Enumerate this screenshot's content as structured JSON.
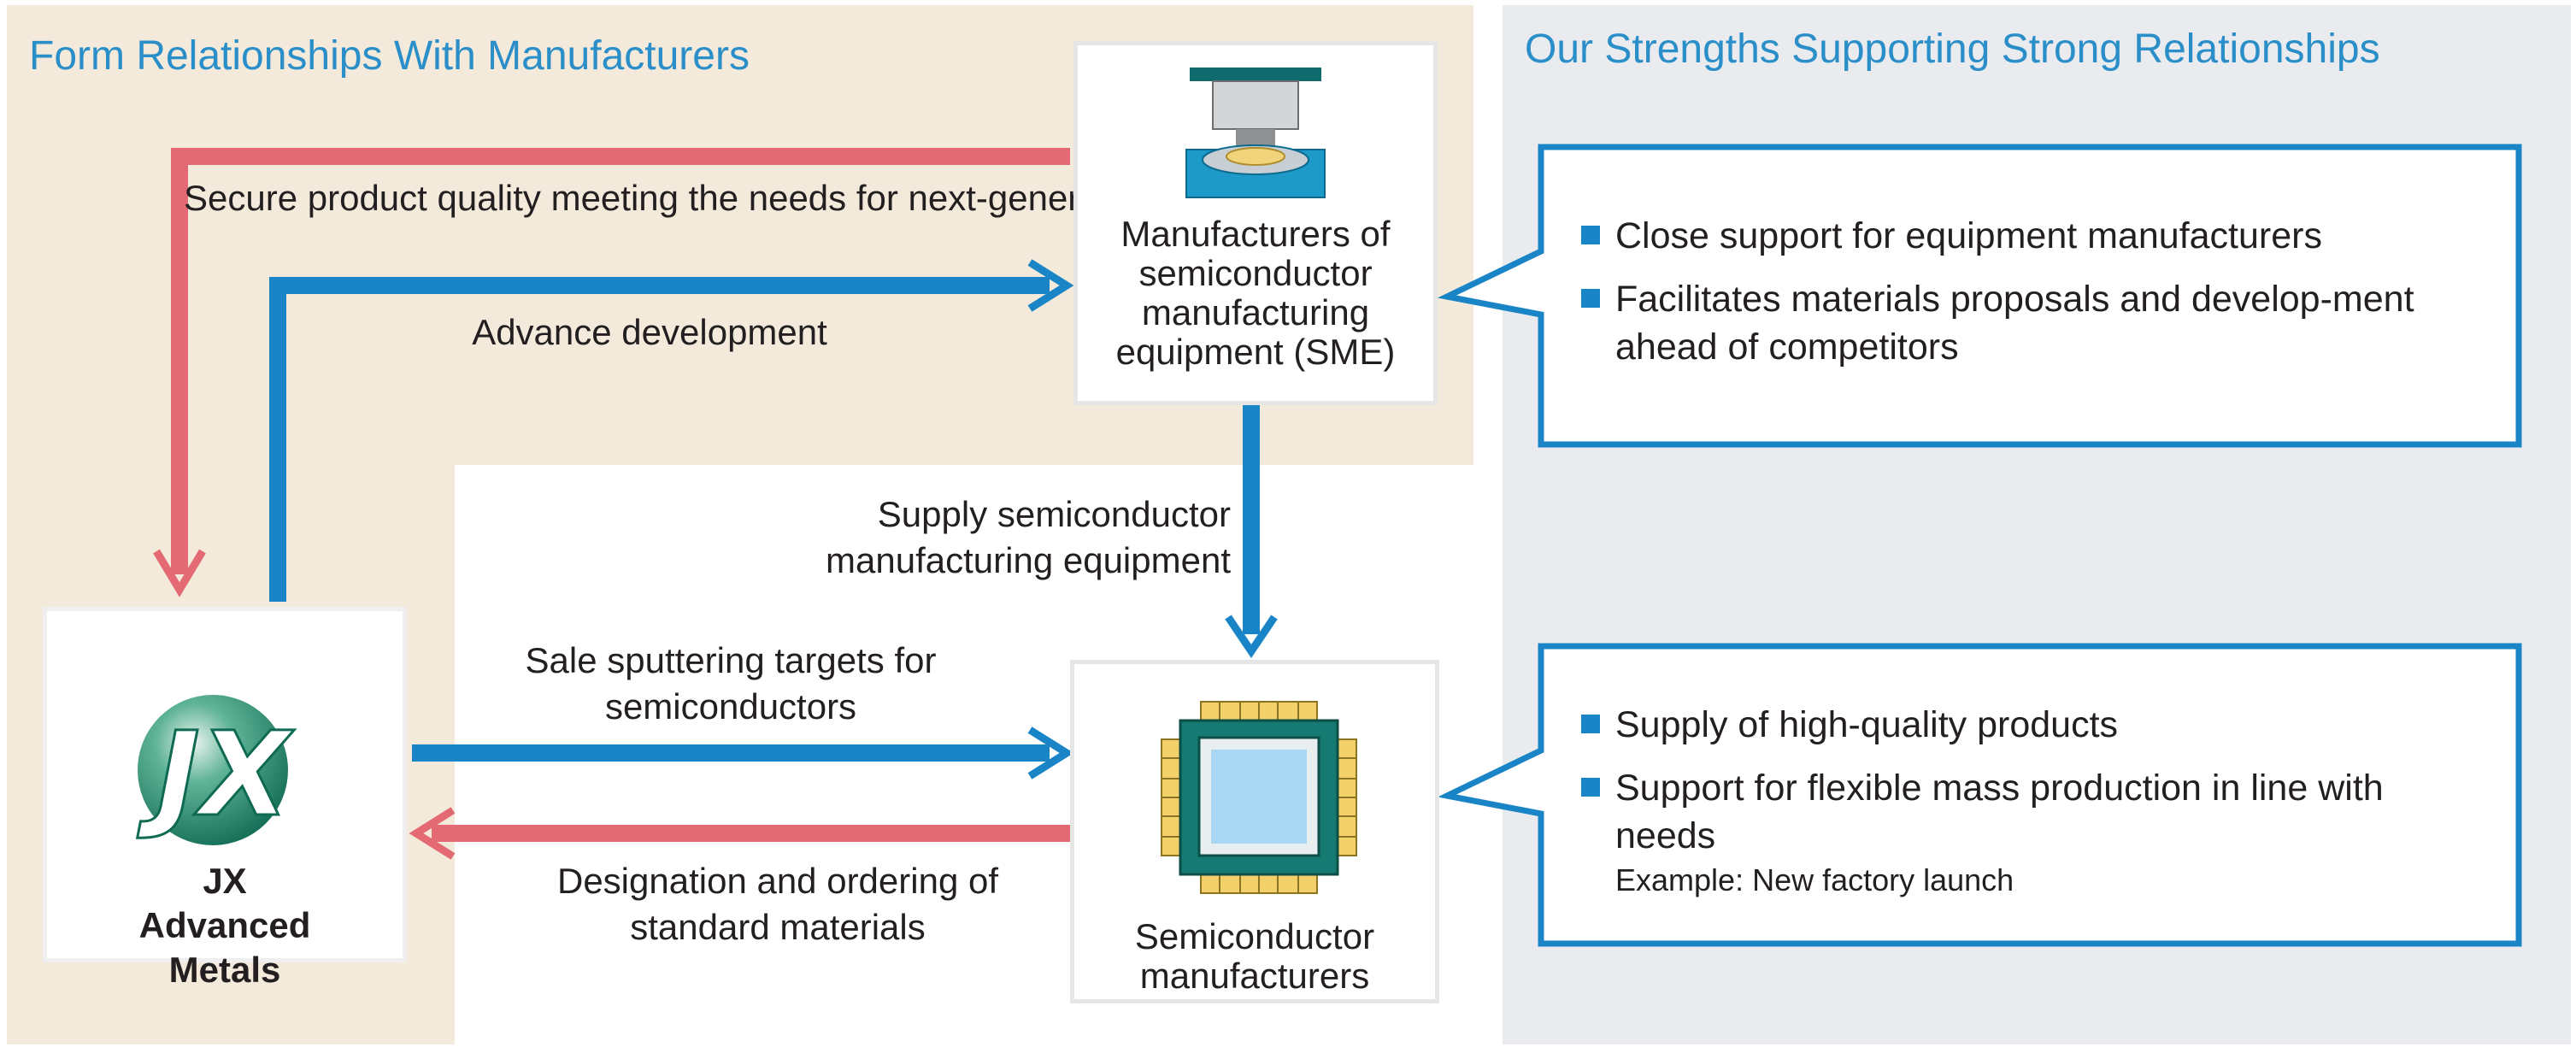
{
  "colors": {
    "blue": "#1a85c6",
    "red": "#e36a73",
    "heading": "#2a8ec8",
    "beige_panel": "#f3eadc",
    "grey_panel": "#e9ebef",
    "jx_green": "#0f7e62"
  },
  "left_panel": {
    "title": "Form Relationships With Manufacturers"
  },
  "right_panel": {
    "title": "Our Strengths Supporting Strong Relationships"
  },
  "nodes": {
    "sme": {
      "label": "Manufacturers of semiconductor manufacturing equipment (SME)",
      "icon": "sme-equipment-icon"
    },
    "semi": {
      "label": "Semiconductor manufacturers",
      "icon": "chip-icon"
    },
    "jx": {
      "label": "JX Advanced Metals",
      "logo_text": "JX"
    }
  },
  "flows": {
    "quality": "Secure product quality meeting the needs for next-generation materials",
    "advance": "Advance development",
    "supply_equipment": "Supply semiconductor manufacturing equipment",
    "sale_targets": "Sale sputtering targets for semiconductors",
    "designation": "Designation and ordering of standard materials"
  },
  "callouts": {
    "sme": {
      "items": [
        "Close support for equipment manufacturers",
        "Facilitates materials proposals and develop-ment ahead of competitors"
      ]
    },
    "semi": {
      "items": [
        "Supply of high-quality products",
        "Support for flexible mass production in line with needs"
      ],
      "example": "Example: New factory launch"
    }
  }
}
